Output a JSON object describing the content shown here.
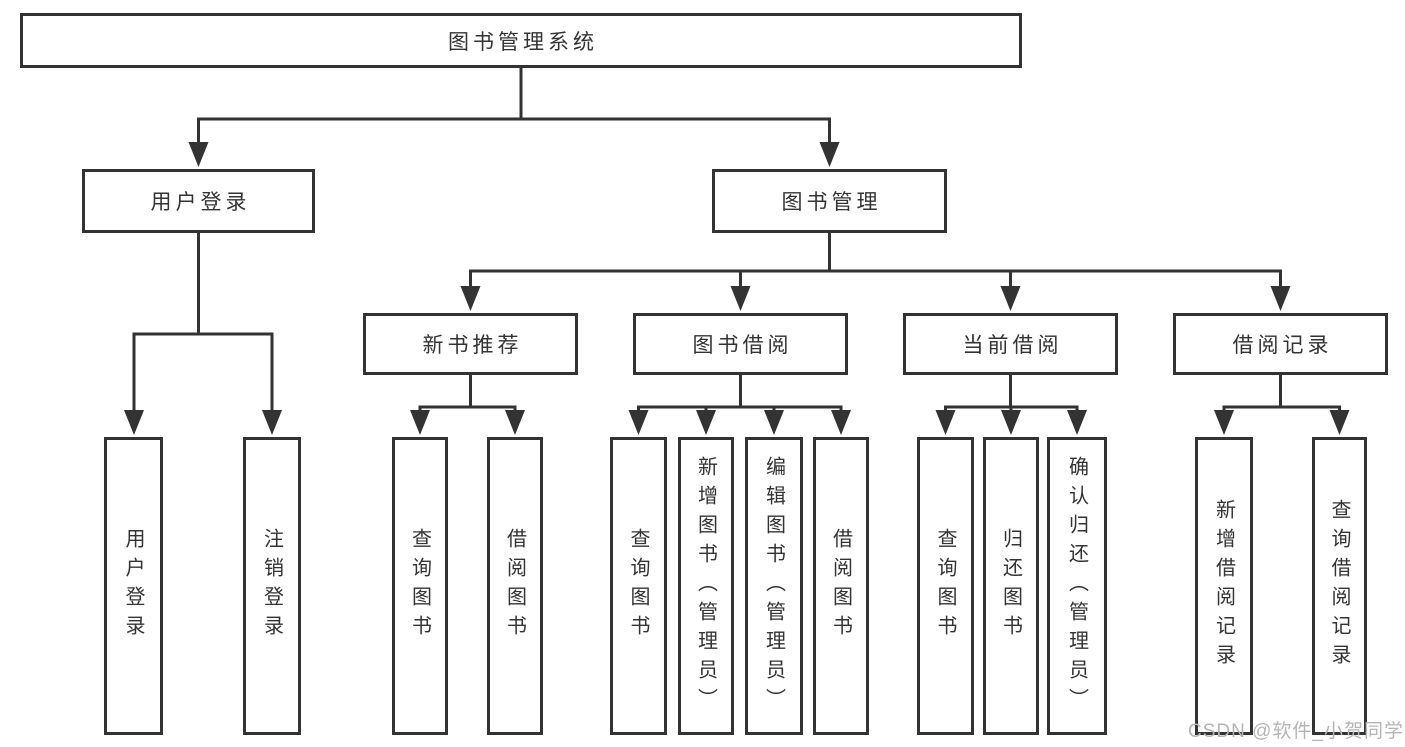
{
  "diagram": {
    "root": {
      "label": "图书管理系统"
    },
    "level2": [
      {
        "label": "用户登录"
      },
      {
        "label": "图书管理"
      }
    ],
    "level3": [
      {
        "label": "新书推荐"
      },
      {
        "label": "图书借阅"
      },
      {
        "label": "当前借阅"
      },
      {
        "label": "借阅记录"
      }
    ],
    "leaves": {
      "user_login": [
        {
          "label": "用户登录"
        },
        {
          "label": "注销登录"
        }
      ],
      "new_book_recommend": [
        {
          "label": "查询图书"
        },
        {
          "label": "借阅图书"
        }
      ],
      "book_borrow": [
        {
          "label": "查询图书"
        },
        {
          "label": "新增图书（管理员）"
        },
        {
          "label": "编辑图书（管理员）"
        },
        {
          "label": "借阅图书"
        }
      ],
      "current_borrow": [
        {
          "label": "查询图书"
        },
        {
          "label": "归还图书"
        },
        {
          "label": "确认归还（管理员）"
        }
      ],
      "borrow_record": [
        {
          "label": "新增借阅记录"
        },
        {
          "label": "查询借阅记录"
        }
      ]
    },
    "watermark": {
      "text": "CSDN @软件_小贺同学"
    },
    "colors": {
      "line": "#333333",
      "text": "#333333",
      "watermark_text": "#b5b5b5",
      "background": "#ffffff"
    }
  }
}
